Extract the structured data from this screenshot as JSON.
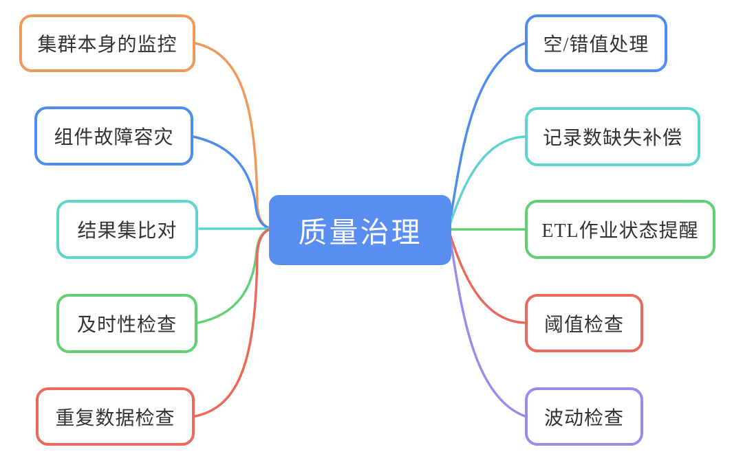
{
  "diagram": {
    "type": "mindmap",
    "background": "#FFFFFF",
    "branch_text_color": "#333333",
    "center": {
      "label": "质量治理",
      "fill": "#5A8EF0",
      "text_color": "#FFFFFF"
    },
    "left_branches": [
      {
        "label": "集群本身的监控",
        "color": "#F0995C"
      },
      {
        "label": "组件故障容灾",
        "color": "#4E8CF0"
      },
      {
        "label": "结果集比对",
        "color": "#5CD5CC"
      },
      {
        "label": "及时性检查",
        "color": "#61CF73"
      },
      {
        "label": "重复数据检查",
        "color": "#ED685C"
      }
    ],
    "right_branches": [
      {
        "label": "空/错值处理",
        "color": "#4E8CF0"
      },
      {
        "label": "记录数缺失补偿",
        "color": "#5CD5CC"
      },
      {
        "label": "ETL作业状态提醒",
        "color": "#61CF73"
      },
      {
        "label": "阈值检查",
        "color": "#ED685C"
      },
      {
        "label": "波动检查",
        "color": "#9A8CEE"
      }
    ]
  }
}
